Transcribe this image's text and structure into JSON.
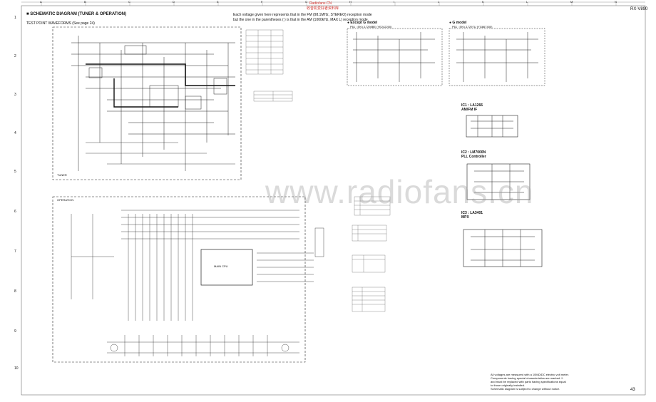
{
  "model": "RX-V890",
  "page_number": "43",
  "title": "SCHEMATIC DIAGRAM (TUNER & OPERATION)",
  "waveform_note": "TEST POINT WAVEFORMS (See page 24)",
  "voltage_note_1": "Each voltage given here represents that in the FM (98.1MHz, STEREO) reception mode",
  "voltage_note_2": "but the one in the parentheses ( ) is that in the AM (1000kHz, MAX L) reception mode.",
  "watermark_site": "Radiofans.CN",
  "watermark_cn": "收音机爱好者资料库",
  "watermark_big": "www.radiofans.cn",
  "column_letters": [
    "A",
    "B",
    "C",
    "D",
    "E",
    "F",
    "G",
    "H",
    "I",
    "J",
    "K",
    "L",
    "M",
    "N"
  ],
  "row_numbers": [
    "1",
    "2",
    "3",
    "4",
    "5",
    "6",
    "7",
    "8",
    "9",
    "10"
  ],
  "models": {
    "left_title": "Except G model",
    "left_part": "P61 : EKV-17298BE (YE242200)",
    "right_title": "G model",
    "right_part": "P61 : EKV-17297U (YG867400)"
  },
  "ic_labels": {
    "ic1_title": "IC1 : LA1266",
    "ic1_sub": "AM/FM IF",
    "ic2_title": "IC2 : LM7000N",
    "ic2_sub": "PLL Controller",
    "ic3_title": "IC3 : LA3401",
    "ic3_sub": "MPX"
  },
  "board_labels": {
    "tuner_unit": "TUNER",
    "operation_unit": "OPERATION",
    "cpu_label": "MAIN CPU"
  },
  "footnotes": [
    "All voltages are measured with a 10MΩ/DC electric volt meter.",
    "Components having special characteristics are marked ⚠",
    "and must be replaced with parts having specifications equal",
    "to those originally installed.",
    "Schematic diagram is subject to change without notice."
  ]
}
